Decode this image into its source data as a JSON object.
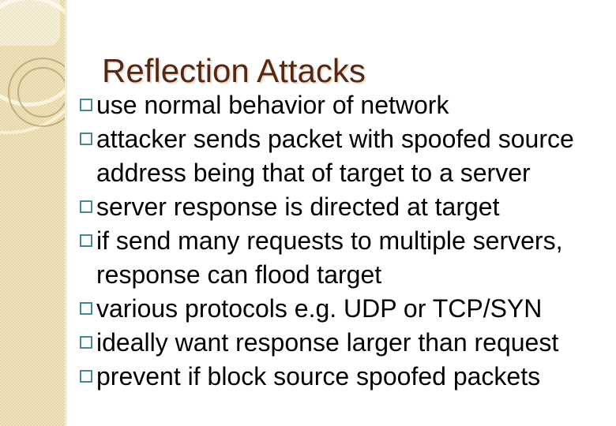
{
  "slide": {
    "title": "Reflection Attacks",
    "bullets": [
      {
        "text": "use normal behavior of network"
      },
      {
        "text": "attacker sends packet with spoofed source\naddress being that of target to a server"
      },
      {
        "text": "server response is directed at target"
      },
      {
        "text": "if send many requests to multiple servers,\nresponse can flood target"
      },
      {
        "text": "various protocols e.g. UDP or TCP/SYN"
      },
      {
        "text": "ideally want response larger than request"
      },
      {
        "text": "prevent if block source spoofed packets"
      }
    ]
  },
  "theme": {
    "colors": {
      "title_color": "#522818",
      "title_shadow": "#f3dcc8",
      "bullet_color": "#478894",
      "body_color": "#000000",
      "band_base": "#e6d5a4",
      "band_check": "#efe5c0",
      "band_edge": "#f3ecd6"
    }
  }
}
